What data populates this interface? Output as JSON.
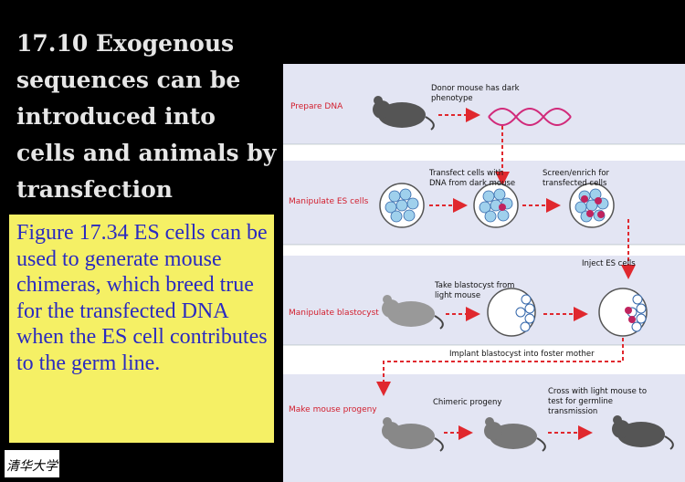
{
  "slide": {
    "title": "17.10 Exogenous sequences can be introduced into cells and animals by transfection",
    "caption": "Figure 17.34 ES cells can be used to generate mouse chimeras, which breed true for the transfected DNA when the ES cell contributes to the germ line.",
    "logo_text": "清华大学"
  },
  "figure": {
    "rows": [
      {
        "label": "Prepare DNA"
      },
      {
        "label": "Manipulate ES cells"
      },
      {
        "label": "Manipulate blastocyst"
      },
      {
        "label": "Make mouse progeny"
      }
    ],
    "notes": {
      "donor": "Donor mouse has dark phenotype",
      "transfect": "Transfect cells with DNA from dark mouse",
      "screen": "Screen/enrich for transfected cells",
      "inject": "Inject ES cells",
      "take": "Take blastocyst from light mouse",
      "implant": "Implant blastocyst into foster mother",
      "chimeric": "Chimeric progeny",
      "cross": "Cross with light mouse to test for germline transmission"
    },
    "colors": {
      "band": "#e3e5f3",
      "label": "#d21e2d",
      "arrow": "#e0282e",
      "dna": "#d12a7a",
      "cell": "#9fd0ec",
      "transfected": "#c0245e"
    }
  }
}
